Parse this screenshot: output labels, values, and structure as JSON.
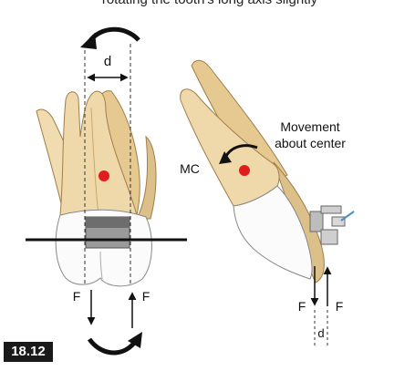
{
  "caption_fragment": "rotating the tooth's long axis slightly",
  "figure_number": "18.12",
  "left_panel": {
    "distance_label": "d",
    "force_label_left": "F",
    "force_label_right": "F"
  },
  "right_panel": {
    "center_label": "MC",
    "movement_label_line1": "Movement",
    "movement_label_line2": "about center",
    "force_label_left": "F",
    "force_label_right": "F",
    "distance_label": "d"
  },
  "colors": {
    "root": "#ecd5a4",
    "root_outline": "#a07e4a",
    "crown": "#fbfbfb",
    "center_dot": "#e01c1c",
    "bracket": "#9a9a9a",
    "wire": "#111111",
    "spring": "#4a8ec9"
  }
}
